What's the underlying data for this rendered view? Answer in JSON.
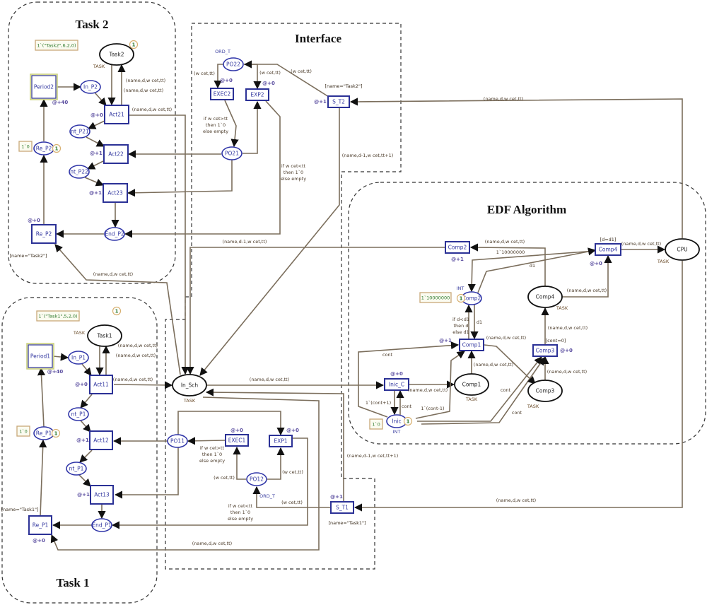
{
  "regions": {
    "task2": "Task 2",
    "task1": "Task 1",
    "interface": "Interface",
    "edf": "EDF Algorithm"
  },
  "places": [
    {
      "name": "Task2",
      "color_set": "TASK",
      "tokens": "1",
      "initial_marking": "1`(\"Task2\",6,2,0)"
    },
    {
      "name": "In_P2"
    },
    {
      "name": "nt_P21"
    },
    {
      "name": "nt_P22"
    },
    {
      "name": "End_P2"
    },
    {
      "name": "Re_P2",
      "tokens": "1",
      "initial_marking": "1`0"
    },
    {
      "name": "PO22",
      "color_set": "ORD_T"
    },
    {
      "name": "PO21"
    },
    {
      "name": "Task1",
      "color_set": "TASK",
      "tokens": "1",
      "initial_marking": "1`(\"Task1\",5,2,0)"
    },
    {
      "name": "In_P1"
    },
    {
      "name": "nt_P1"
    },
    {
      "name": "nt_P1"
    },
    {
      "name": "End_P1"
    },
    {
      "name": "Re_P1",
      "tokens": "1",
      "initial_marking": "1`0"
    },
    {
      "name": "In_Sch",
      "color_set": "TASK"
    },
    {
      "name": "PO11"
    },
    {
      "name": "PO12",
      "color_set": "ORD_T"
    },
    {
      "name": "CPU",
      "color_set": "TASK"
    },
    {
      "name": "Comp2",
      "color_set": "INT",
      "tokens": "1",
      "initial_marking": "1`10000000"
    },
    {
      "name": "Comp4",
      "color_set": "TASK"
    },
    {
      "name": "Comp1",
      "color_set": "TASK"
    },
    {
      "name": "Comp3",
      "color_set": "TASK"
    },
    {
      "name": "Inic",
      "color_set": "INT",
      "tokens": "1",
      "initial_marking": "1`0"
    }
  ],
  "transitions": [
    {
      "name": "Period2",
      "delay": "@+40"
    },
    {
      "name": "Act21",
      "delay": "@+0"
    },
    {
      "name": "Act22",
      "delay": "@+1"
    },
    {
      "name": "Act23",
      "delay": "@+1"
    },
    {
      "name": "Re_P2",
      "delay": "@+0",
      "guard": "[name=\"Task2\"]"
    },
    {
      "name": "EXEC2",
      "delay": "@+0"
    },
    {
      "name": "EXP2",
      "delay": "@+0"
    },
    {
      "name": "S_T2",
      "delay": "@+1",
      "guard": "[name=\"Task2\"]"
    },
    {
      "name": "Period1",
      "delay": "@+40"
    },
    {
      "name": "Act11",
      "delay": "@+0"
    },
    {
      "name": "Act12",
      "delay": "@+1"
    },
    {
      "name": "Act13",
      "delay": "@+1"
    },
    {
      "name": "Re_P1",
      "delay": "@+0",
      "guard": "[name=\"Task1\"]"
    },
    {
      "name": "EXEC1",
      "delay": "@+0"
    },
    {
      "name": "EXP1",
      "delay": "@+0"
    },
    {
      "name": "S_T1",
      "delay": "@+1",
      "guard": "[name=\"Task1\"]"
    },
    {
      "name": "Comp2",
      "delay": "@+1"
    },
    {
      "name": "Comp4",
      "delay": "@+0",
      "guard": "[d=d1]"
    },
    {
      "name": "Comp1",
      "delay": "@+1"
    },
    {
      "name": "Comp3",
      "delay": "@+0",
      "guard": "[cont=0]"
    },
    {
      "name": "Inic_C",
      "delay": "@+0"
    }
  ],
  "arc_inscriptions": [
    "(name,d,w cet,tt)",
    "(name,d,w cet,tt)",
    "(name,d,w cet,tt)",
    "(name,d,w cet,tt)",
    "(w cet,tt)",
    "(w cet,tt)",
    "(w cet,tt)",
    "(name,d-1,w cet,tt+1)",
    "(name,d,w cet,tt)",
    "(name,d-1,w cet,tt)",
    "(name,d,w cet,tt)",
    "(name,d,w cet,tt)",
    "(name,d,w cet,tt)",
    "(name,d,w cet,tt)",
    "(w cet,tt)",
    "(w cet,tt)",
    "(w cet,tt)",
    "(name,d-1,w cet,tt+1)",
    "(name,d,w cet,tt)",
    "(name,d,w cet,tt)",
    "(name,d,w cet,tt)",
    "1`10000000",
    "d1",
    "(name,d,w cet,tt)",
    "(name,d,w cet,tt)",
    "(name,d,w cet,tt)",
    "d1",
    "(name,d,w cet,tt)",
    "(name,d,w cet,tt)",
    "(name,d,w cet,tt)",
    "(name,d,w cet,tt)",
    "cont",
    "1`(cont+1)",
    "cont",
    "1`(cont-1)",
    "cont",
    "cont"
  ],
  "conditional_inscriptions": [
    [
      "if w cet>tt",
      "then 1`0",
      "else empty"
    ],
    [
      "if w cet<tt",
      "then 1`0",
      "else empty"
    ],
    [
      "if w cet>tt",
      "then 1`0",
      "else empty"
    ],
    [
      "if w cet<tt",
      "then 1`0",
      "else empty"
    ],
    [
      "if d<d1",
      "then d",
      "else d1"
    ]
  ]
}
